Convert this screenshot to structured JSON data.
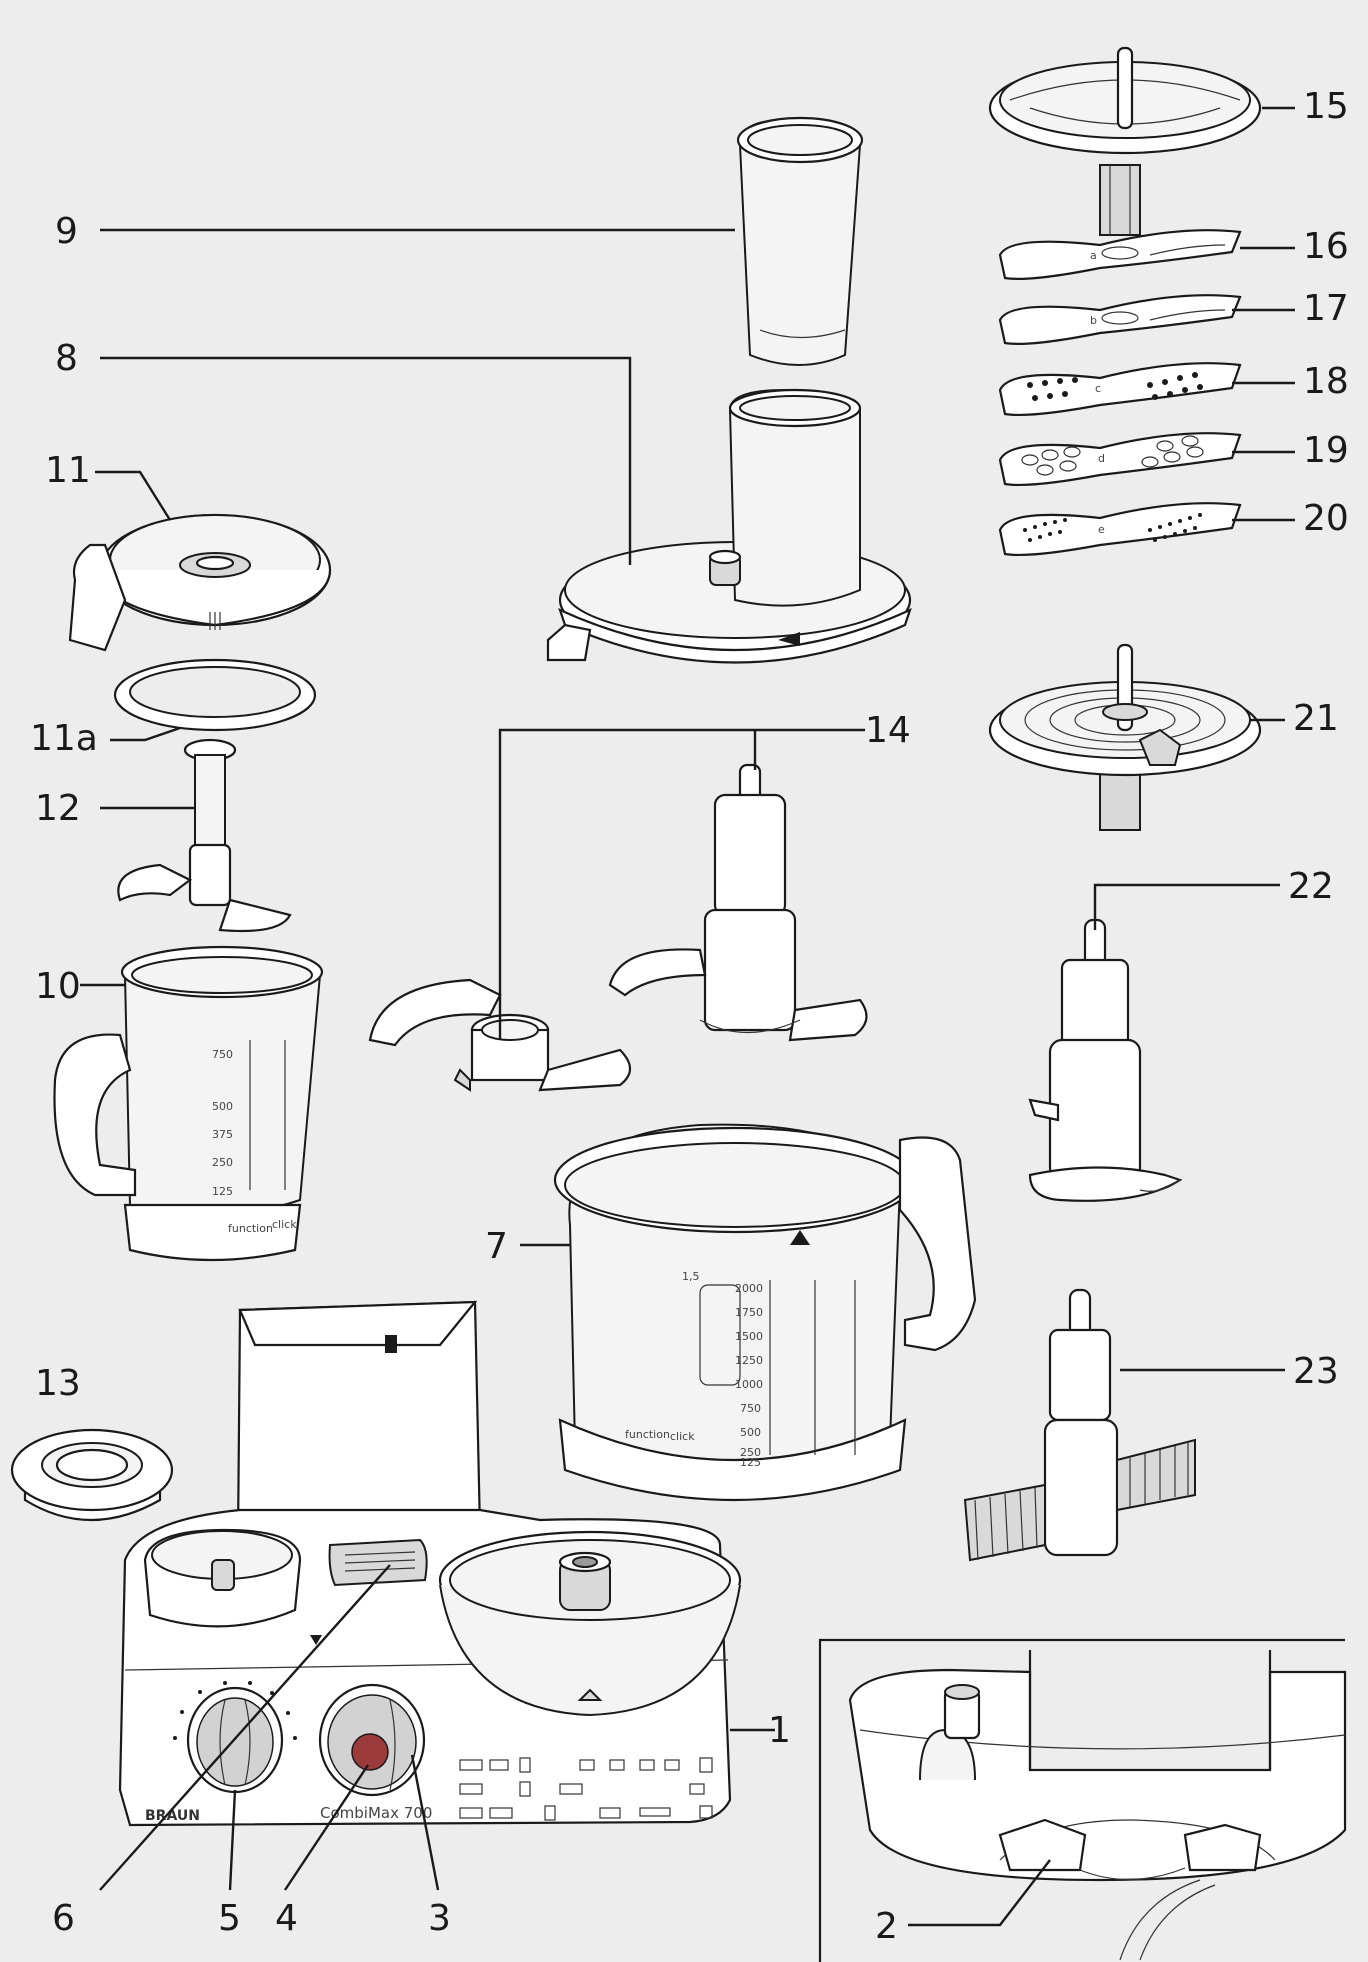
{
  "labels": {
    "l1": "1",
    "l2": "2",
    "l3": "3",
    "l4": "4",
    "l5": "5",
    "l6": "6",
    "l7": "7",
    "l8": "8",
    "l9": "9",
    "l10": "10",
    "l11": "11",
    "l11a": "11a",
    "l12": "12",
    "l13": "13",
    "l14": "14",
    "l15": "15",
    "l16": "16",
    "l17": "17",
    "l18": "18",
    "l19": "19",
    "l20": "20",
    "l21": "21",
    "l22": "22",
    "l23": "23"
  },
  "product": {
    "brand": "BRAUN",
    "model": "CombiMax 700"
  },
  "jug_markings": {
    "capacity": "1,5",
    "ml": [
      "2000",
      "1750",
      "1500",
      "1250",
      "1000",
      "750",
      "500",
      "250",
      "125"
    ],
    "function": "function",
    "click": "click"
  },
  "blender_markings": {
    "ml": [
      "750",
      "500",
      "375",
      "250",
      "125"
    ],
    "function": "function",
    "click": "click"
  },
  "slicer_letters": {
    "a": "a",
    "b": "b",
    "c": "c",
    "d": "d",
    "e": "e"
  },
  "colors": {
    "background": "#ededed",
    "line": "#1a1a1a",
    "button": "#9a3a3a"
  }
}
